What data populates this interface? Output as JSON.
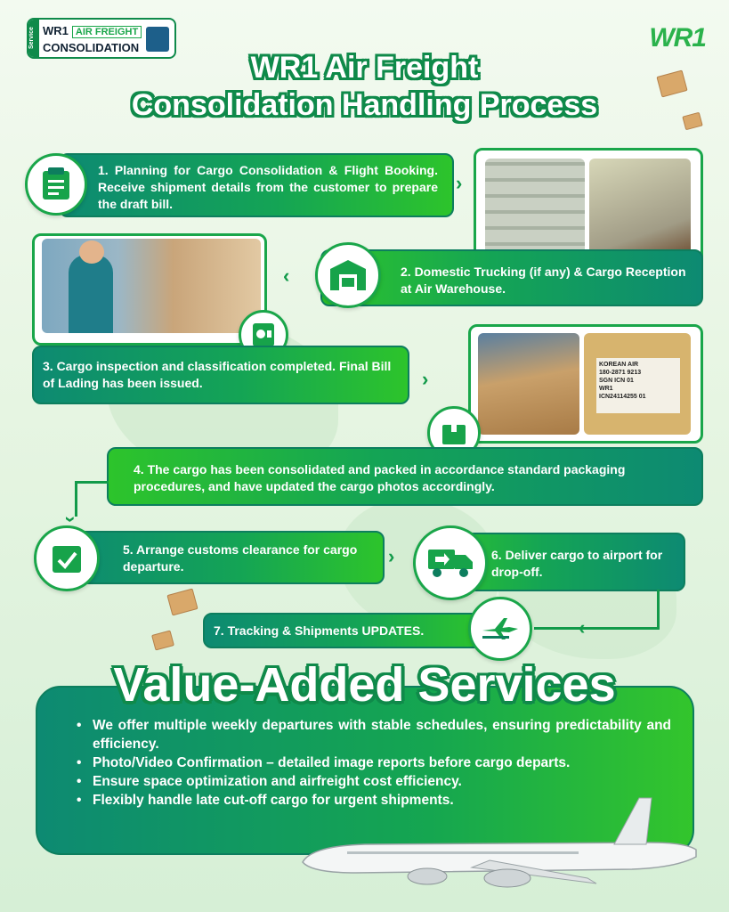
{
  "badge": {
    "tag": "Service",
    "brand": "WR1",
    "highlight": "AIR FREIGHT",
    "line2": "CONSOLIDATION"
  },
  "logo": {
    "text": "WR1"
  },
  "title": {
    "line1": "WR1 Air Freight",
    "line2": "Consolidation Handling Process"
  },
  "steps": [
    {
      "text": "1.  Planning for Cargo Consolidation & Flight Booking. Receive shipment details from the customer to prepare the draft bill.",
      "icon": "clipboard-icon"
    },
    {
      "text": "2. Domestic Trucking (if any) & Cargo Reception at Air Warehouse.",
      "icon": "warehouse-icon"
    },
    {
      "text": "3. Cargo inspection and classification completed. Final Bill of Lading has been issued.",
      "icon": "inspection-icon"
    },
    {
      "text": "4. The cargo has been consolidated and packed in accordance standard packaging procedures, and have updated the cargo photos accordingly.",
      "icon": "package-icon"
    },
    {
      "text": "5. Arrange customs clearance for cargo departure.",
      "icon": "customs-icon"
    },
    {
      "text": "6. Deliver cargo to airport for drop-off.",
      "icon": "truck-icon"
    },
    {
      "text": "7. Tracking & Shipments UPDATES.",
      "icon": "airplane-icon"
    }
  ],
  "photo_label": {
    "airline": "KOREAN AIR",
    "awb": "180-2871 9213",
    "origin": "SGN",
    "dest": "ICN",
    "piece": "01",
    "brand": "WR1",
    "ref": "ICN24114255",
    "piece2": "01"
  },
  "vas": {
    "title": "Value-Added Services",
    "items": [
      "We offer multiple weekly departures with stable schedules, ensuring predictability and efficiency.",
      "Photo/Video Confirmation – detailed image reports before cargo departs.",
      "Ensure space optimization and airfreight cost efficiency.",
      "Flexibly handle late cut-off cargo for urgent shipments."
    ]
  },
  "colors": {
    "primary": "#14a455",
    "dark": "#0d8a72",
    "light": "#2dc42b"
  }
}
